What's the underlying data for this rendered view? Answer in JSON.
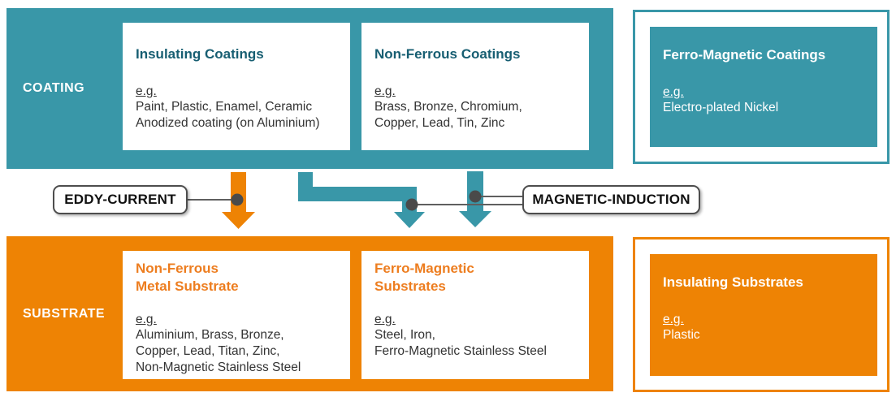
{
  "colors": {
    "teal": "#3997A8",
    "teal_title_text": "#175E72",
    "orange": "#EE8304",
    "orange_title_text": "#ED7D1F",
    "body_text": "#333333",
    "connector_gray": "#5F5F5F",
    "connector_dot": "#4A4A4A",
    "label_border": "#4D4D4D"
  },
  "coating": {
    "row_label": "COATING",
    "cards": [
      {
        "title": "Insulating Coatings",
        "eg": "e.g.",
        "items": "Paint, Plastic, Enamel, Ceramic\nAnodized coating (on Aluminium)"
      },
      {
        "title": "Non-Ferrous Coatings",
        "eg": "e.g.",
        "items": "Brass, Bronze, Chromium,\nCopper, Lead, Tin, Zinc"
      }
    ],
    "side_card": {
      "title": "Ferro-Magnetic Coatings",
      "eg": "e.g.",
      "items": "Electro-plated Nickel"
    }
  },
  "substrate": {
    "row_label": "SUBSTRATE",
    "cards": [
      {
        "title": "Non-Ferrous\nMetal Substrate",
        "eg": "e.g.",
        "items": "Aluminium, Brass, Bronze,\nCopper, Lead, Titan, Zinc,\nNon-Magnetic Stainless Steel"
      },
      {
        "title": "Ferro-Magnetic\nSubstrates",
        "eg": "e.g.",
        "items": "Steel, Iron,\nFerro-Magnetic Stainless Steel"
      }
    ],
    "side_card": {
      "title": "Insulating Substrates",
      "eg": "e.g.",
      "items": "Plastic"
    }
  },
  "methods": {
    "eddy_current_label": "EDDY-CURRENT",
    "magnetic_induction_label": "MAGNETIC-INDUCTION"
  }
}
